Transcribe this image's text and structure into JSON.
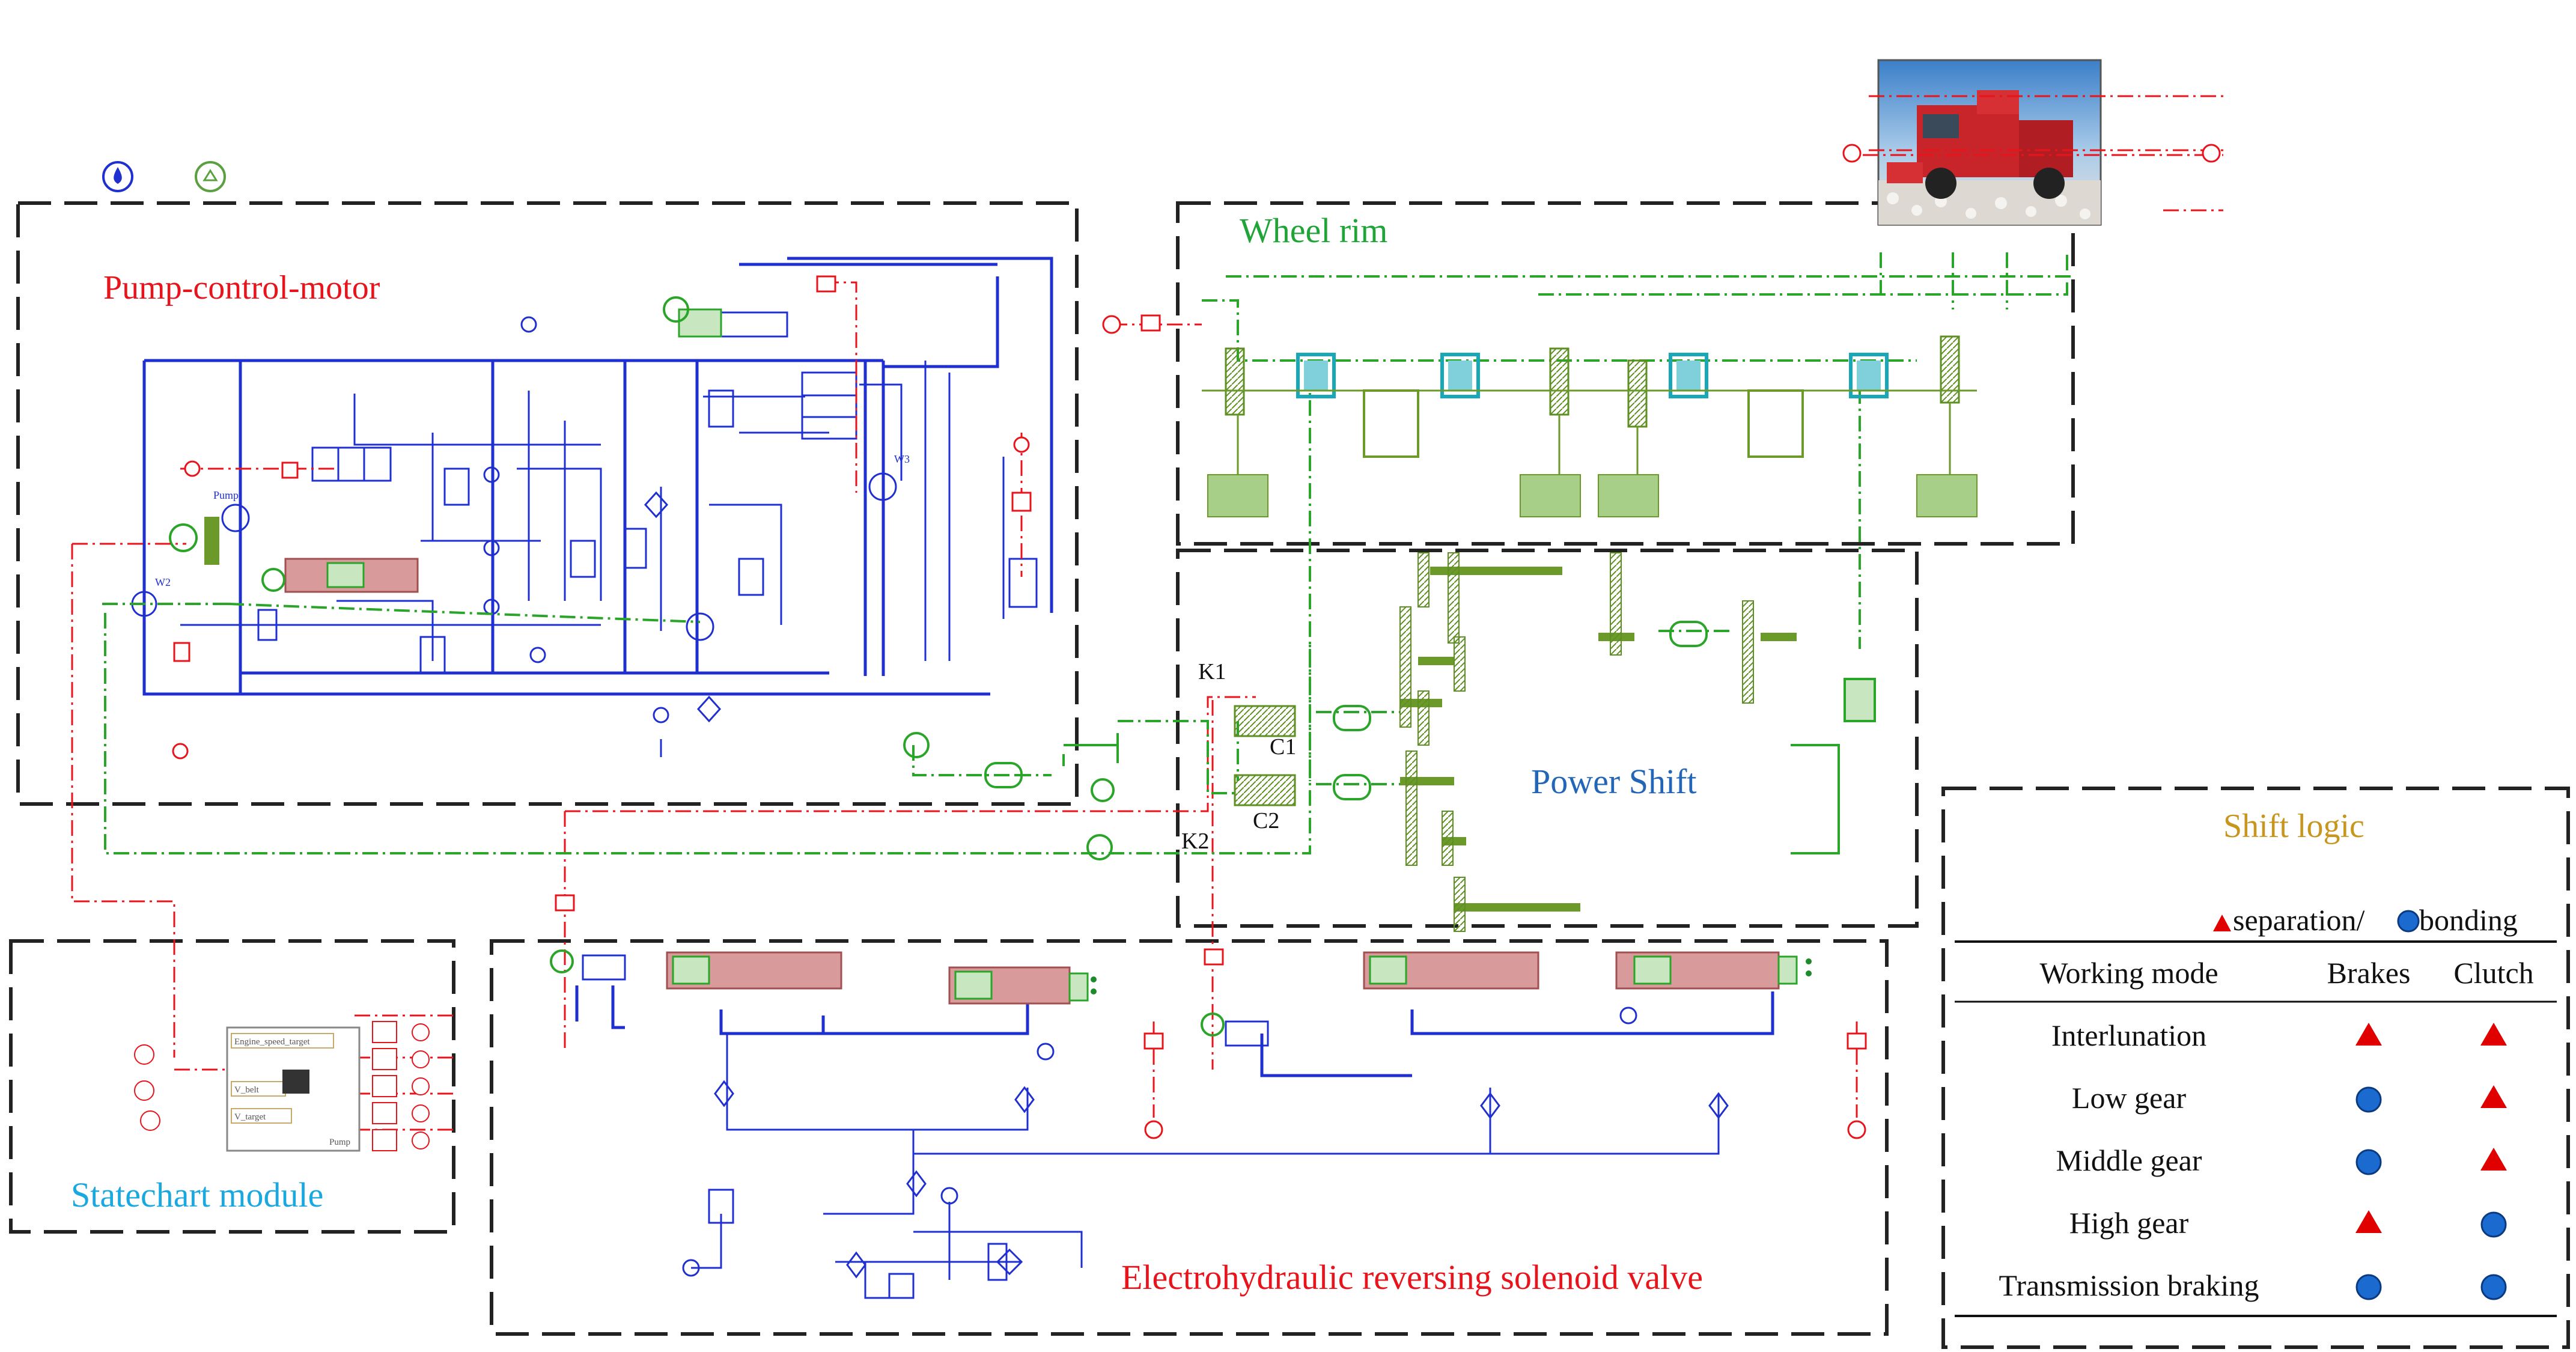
{
  "sections": {
    "pump_control_motor": "Pump-control-motor",
    "wheel_rim": "Wheel rim",
    "power_shift": "Power Shift",
    "statechart_module": "Statechart module",
    "solenoid_valve": "Electrohydraulic reversing solenoid valve",
    "shift_logic_title": "Shift logic"
  },
  "clutch_labels": {
    "k1": "K1",
    "c1": "C1",
    "c2": "C2",
    "k2": "K2"
  },
  "small_labels": {
    "pump": "Pump",
    "w2": "W2",
    "w3": "W3"
  },
  "statechart_signals": [
    "Engine_speed_target",
    "V_belt",
    "V_target"
  ],
  "statechart_out": "Pump",
  "shift_table": {
    "legend_separation": "separation/",
    "legend_bonding": "bonding",
    "headers": [
      "Working mode",
      "Brakes",
      "Clutch"
    ],
    "rows": [
      {
        "mode": "Interlunation",
        "brakes": "separation",
        "clutch": "separation"
      },
      {
        "mode": "Low gear",
        "brakes": "bonding",
        "clutch": "separation"
      },
      {
        "mode": "Middle gear",
        "brakes": "bonding",
        "clutch": "separation"
      },
      {
        "mode": "High gear",
        "brakes": "separation",
        "clutch": "bonding"
      },
      {
        "mode": "Transmission braking",
        "brakes": "bonding",
        "clutch": "bonding"
      }
    ]
  },
  "colors": {
    "hydraulic": "#1f2fd0",
    "mechanical": "#2aa52a",
    "mechanical_dark": "#6b9a2a",
    "signal": "#e8141c",
    "pink_block": "#d89a9a",
    "cyan": "#19a8b8",
    "title_red": "#e8141c",
    "title_green": "#1fa537",
    "title_blue": "#2366b8",
    "title_cyan": "#1aa8e0",
    "title_orange": "#c8961e",
    "sep": "#e00000",
    "bond": "#1a6ad0"
  },
  "icons": [
    "water-drop-icon",
    "recycle-icon",
    "cotton-harvester-photo"
  ]
}
